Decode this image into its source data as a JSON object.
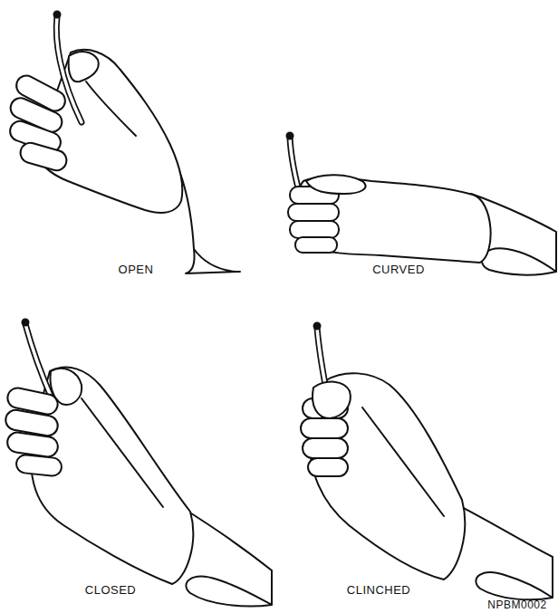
{
  "diagram": {
    "labels": [
      "OPEN",
      "CURVED",
      "CLOSED",
      "CLINCHED",
      "NPBM0002"
    ]
  }
}
